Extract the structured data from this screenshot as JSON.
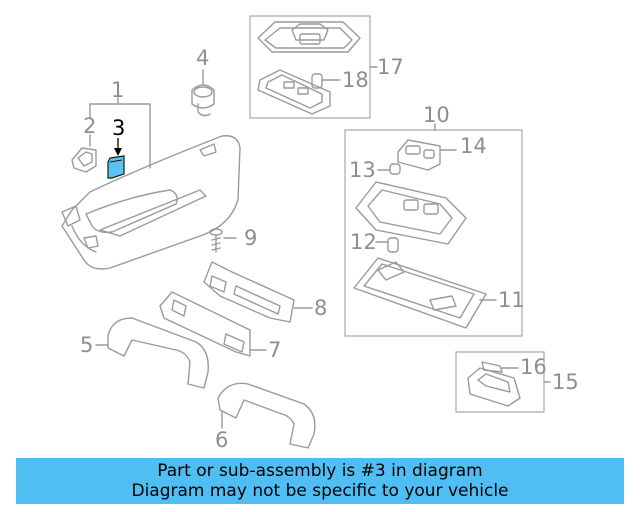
{
  "callouts": {
    "p1": "1",
    "p2": "2",
    "p3": "3",
    "p4": "4",
    "p5": "5",
    "p6": "6",
    "p7": "7",
    "p8": "8",
    "p9": "9",
    "p10": "10",
    "p11": "11",
    "p12": "12",
    "p13": "13",
    "p14": "14",
    "p15": "15",
    "p16": "16",
    "p17": "17",
    "p18": "18"
  },
  "highlight": {
    "part": "3",
    "color": "#5bc3f3"
  },
  "banner": {
    "line1": "Part or sub-assembly is #3 in diagram",
    "line2": "Diagram may not be specific to your vehicle",
    "background": "#4fbef3"
  },
  "colors": {
    "line": "#9a9a9a",
    "label": "#8e8e8e",
    "box": "#b5b5b5"
  }
}
